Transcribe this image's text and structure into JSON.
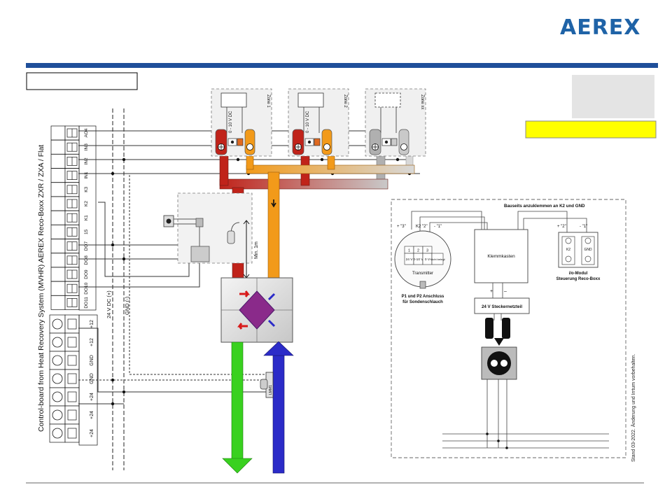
{
  "brand": {
    "logo": "AEREX",
    "brand_color": "#1f63a7"
  },
  "footer": {
    "note": "Stand 03-2022. Änderung und Irrtum vorbehalten."
  },
  "board": {
    "title": "Control-board from Heat Recovery System (MVHR) AEREX Reco-Boxx ZXR / ZXA / Flat",
    "terminals_top": [
      "AO4",
      "IN3",
      "IN2",
      "IN1",
      "K3",
      "K2",
      "K1",
      "15",
      "DO7",
      "DO8",
      "DO9",
      "DO10",
      "DO11"
    ],
    "terminals_bottom": [
      "+12",
      "+12",
      "GND",
      "GND",
      "+24",
      "+24",
      "+24"
    ],
    "wire_24v_label": "24 V DC (+)",
    "wire_gnd_label": "GND (-)"
  },
  "zones": [
    {
      "label": "Zone 1",
      "control": "0 - 10 V DC"
    },
    {
      "label": "Zone 2",
      "control": "0 - 10 V DC"
    },
    {
      "label": "Zone xx",
      "control": ""
    }
  ],
  "distance_label": "Min. 1m",
  "sensor_label": "LMM1",
  "inset": {
    "title": "Bauseits anzuklemmen an K2 und GND",
    "labels_left": [
      "+ \"3\"",
      "K2 \"2\"",
      "- \"1\""
    ],
    "labels_right": [
      "+ \"2\"",
      "- \"1\""
    ],
    "transmitter_terminals": [
      "1",
      "2",
      "3"
    ],
    "transmitter_values": [
      "24 V",
      "0-10 V",
      "0 V"
    ],
    "transmitter_extra": "Nicht belegt",
    "transmitter_label": "Transmitter",
    "transmitter_caption_1": "P1 und P2 Anschluss",
    "transmitter_caption_2": "für Sondenschlauch",
    "box_label": "Klemmkasten",
    "module_terminals": [
      "K2",
      "GND"
    ],
    "module_label_1": "i/o-Modul",
    "module_label_2": "Steuerung Reco-Boxx",
    "plus_minus": [
      "+",
      "–"
    ],
    "psu_label": "24 V Steckernetzteil"
  },
  "colors": {
    "red_duct": "#c0231a",
    "orange_duct": "#f29a1a",
    "grey_duct": "#b0b0b0",
    "green_arrow": "#39d11f",
    "blue_arrow": "#2b2bc8",
    "warning": "#ffff00",
    "header_bar": "#1f4f9a"
  }
}
